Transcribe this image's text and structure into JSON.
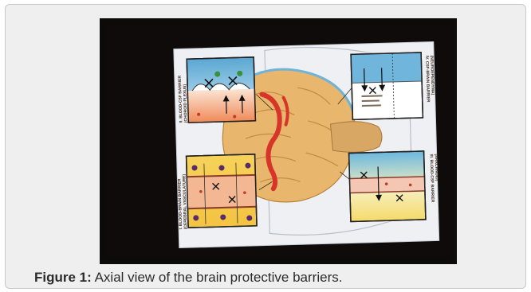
{
  "figure": {
    "label": "Figure 1:",
    "caption": "Axial view of the brain protective barriers."
  },
  "poster": {
    "panel_1": {
      "line1": "I. BLOOD-BRAIN BARRIER",
      "line2": "(CEREBRAL VASCULATURE)"
    },
    "panel_2": {
      "line1": "II. BLOOD-CSF BARRIER",
      "line2": "(CHOROID PLEXUS)"
    },
    "panel_3": {
      "line1": "IV. CSF-BRAIN BARRIER",
      "line2": "(NEUROEPENDYMA)"
    },
    "panel_4": {
      "line1": "III. BLOOD-CSF BARRIER",
      "line2": "(ARACHNOID)"
    }
  },
  "colors": {
    "card_background": "#efefef",
    "photo_background": "#0e0b0a",
    "brain": "#e9b66e",
    "ventricle": "#d8352a",
    "blood_layer": "#f2a77b",
    "csf_layer": "#7fc0dc"
  }
}
